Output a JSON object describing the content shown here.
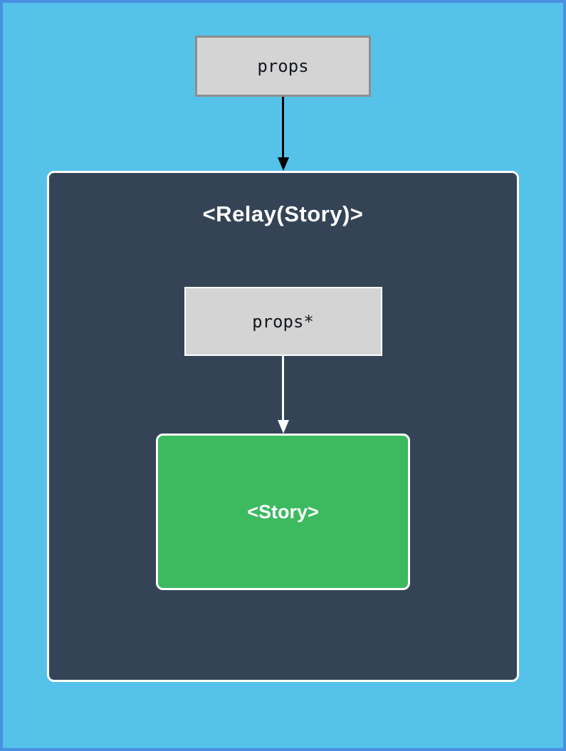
{
  "diagram": {
    "props_box": {
      "label": "props"
    },
    "relay_component": {
      "title": "<Relay(Story)>",
      "props_box": {
        "label": "props*"
      },
      "story_box": {
        "label": "<Story>"
      }
    },
    "colors": {
      "page_background": "#55c2e9",
      "page_border": "#4a90e2",
      "props_box_fill": "#d4d4d4",
      "props_box_border": "#8e8e8e",
      "relay_fill": "#344456",
      "white_border": "#ffffff",
      "story_fill": "#3dba60",
      "arrow_black": "#000000",
      "arrow_white": "#ffffff"
    }
  }
}
